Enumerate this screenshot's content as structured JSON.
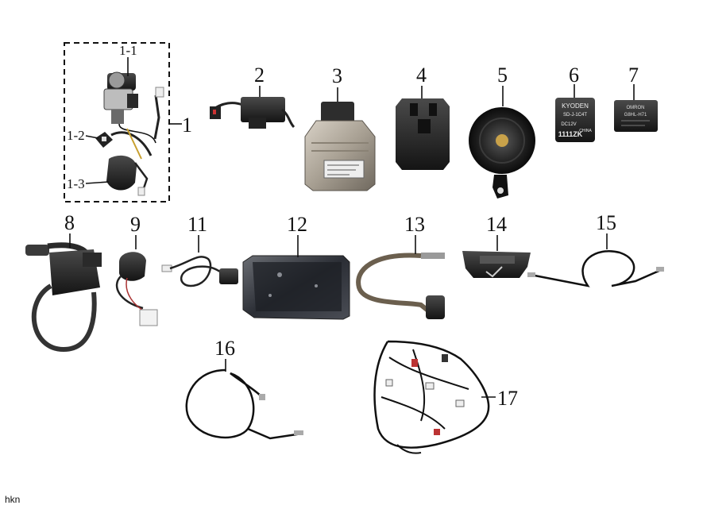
{
  "diagram": {
    "group_1": {
      "label": "1",
      "sub_labels": [
        "1-1",
        "1-2",
        "1-3"
      ]
    },
    "callouts": [
      "2",
      "3",
      "4",
      "5",
      "6",
      "7",
      "8",
      "9",
      "11",
      "12",
      "13",
      "14",
      "15",
      "16",
      "17"
    ],
    "part_texts": {
      "relay_6_brand": "KYODEN",
      "relay_6_model": "SD-J-1C4T",
      "relay_6_voltage": "DC12V",
      "relay_6_code": "1111ZK",
      "relay_6_origin": "CHINA",
      "relay_7_brand": "OMRON",
      "relay_7_model": "G8HL-H71"
    }
  },
  "footer": {
    "text": "hkn"
  }
}
